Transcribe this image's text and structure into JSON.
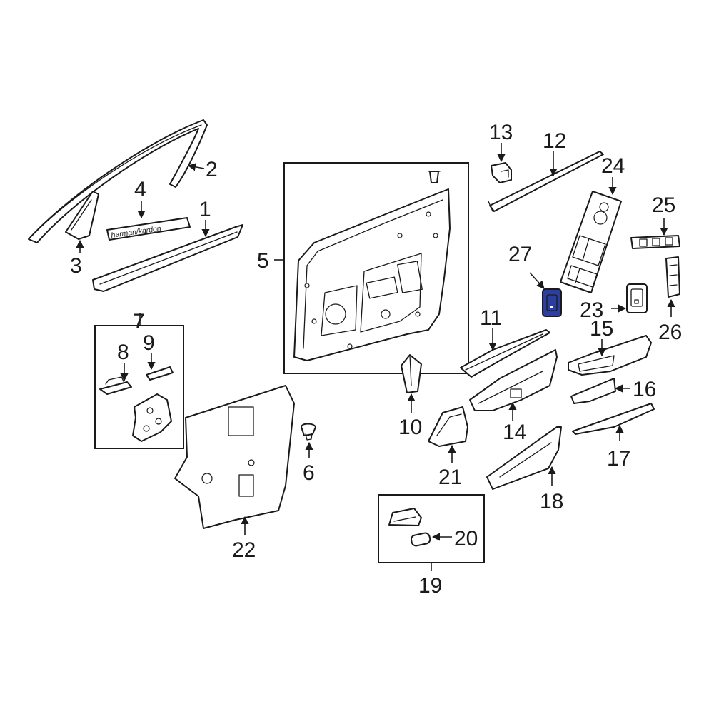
{
  "callouts": {
    "c1": "1",
    "c2": "2",
    "c3": "3",
    "c4": "4",
    "c5": "5",
    "c6": "6",
    "c7": "7",
    "c8": "8",
    "c9": "9",
    "c10": "10",
    "c11": "11",
    "c12": "12",
    "c13": "13",
    "c14": "14",
    "c15": "15",
    "c16": "16",
    "c17": "17",
    "c18": "18",
    "c19": "19",
    "c20": "20",
    "c21": "21",
    "c22": "22",
    "c23": "23",
    "c24": "24",
    "c25": "25",
    "c26": "26",
    "c27": "27"
  },
  "emblem_text": "harman/kardon",
  "colors": {
    "line": "#1a1a1a",
    "background": "#ffffff",
    "highlight_fill": "#2c3fa0"
  },
  "highlighted_part": "27"
}
